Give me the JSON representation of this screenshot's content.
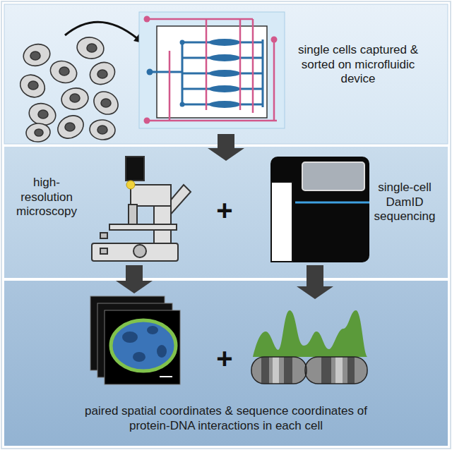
{
  "diagram": {
    "nodes": [
      {
        "text": [
          "single cells captured & sorted on microfluidic device"
        ]
      },
      {
        "text": [
          "high-resolution microscopy",
          "single-cell DamID sequencing"
        ]
      },
      {
        "text": [
          "paired spatial coordinates & sequence coordinates of protein-DNA interactions in each cell"
        ]
      }
    ],
    "edges": [
      {
        "from": 0,
        "to": 1,
        "arrow": "to"
      },
      {
        "from": 1,
        "to": 2,
        "arrow": "to"
      },
      {
        "from": 1,
        "to": 2,
        "arrow": "to"
      }
    ],
    "labels": [
      "+",
      "+"
    ]
  }
}
